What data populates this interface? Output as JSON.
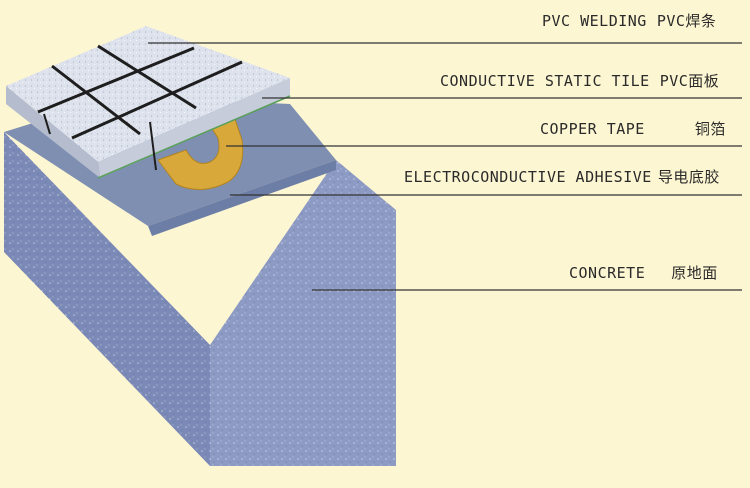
{
  "layers": [
    {
      "id": "pvc-welding",
      "label_en": "PVC WELDING",
      "label_zh": "PVC焊条"
    },
    {
      "id": "conductive-tile",
      "label_en": "CONDUCTIVE STATIC TILE",
      "label_zh": "PVC面板"
    },
    {
      "id": "copper-tape",
      "label_en": "COPPER TAPE",
      "label_zh": "铜箔"
    },
    {
      "id": "adhesive",
      "label_en": "ELECTROCONDUCTIVE ADHESIVE",
      "label_zh": "导电底胶"
    },
    {
      "id": "concrete",
      "label_en": "CONCRETE",
      "label_zh": "原地面"
    }
  ],
  "colors": {
    "background": "#fdf6d2",
    "concrete_front": "#8c9ac4",
    "concrete_side": "#7b89b6",
    "adhesive": "#7e8fb2",
    "tile": "#dde2ec",
    "copper": "#d8a93a",
    "leader": "#333333"
  }
}
